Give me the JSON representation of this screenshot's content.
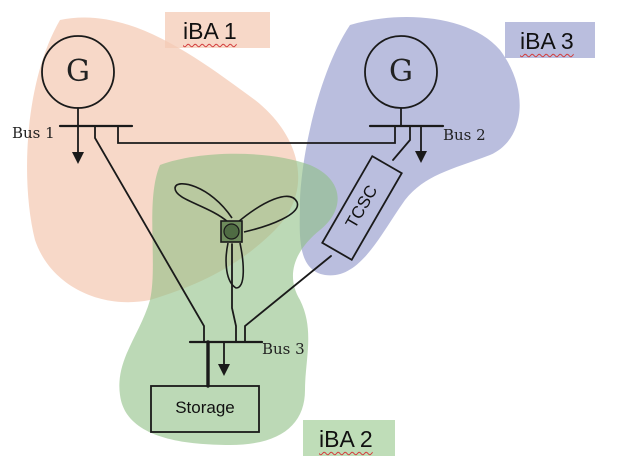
{
  "regions": [
    {
      "label": "iBA 1",
      "color": "#f4cbb6"
    },
    {
      "label": "iBA 2",
      "color": "#b8d9b0"
    },
    {
      "label": "iBA 3",
      "color": "#aeb3d8"
    }
  ],
  "buses": {
    "bus1": "Bus 1",
    "bus2": "Bus 2",
    "bus3": "Bus 3"
  },
  "generators": {
    "gen1": "G",
    "gen2": "G"
  },
  "devices": {
    "tcsc": "TCSC",
    "storage": "Storage"
  },
  "icons": [
    "generator-icon",
    "wind-turbine-icon",
    "load-arrow-icon"
  ]
}
